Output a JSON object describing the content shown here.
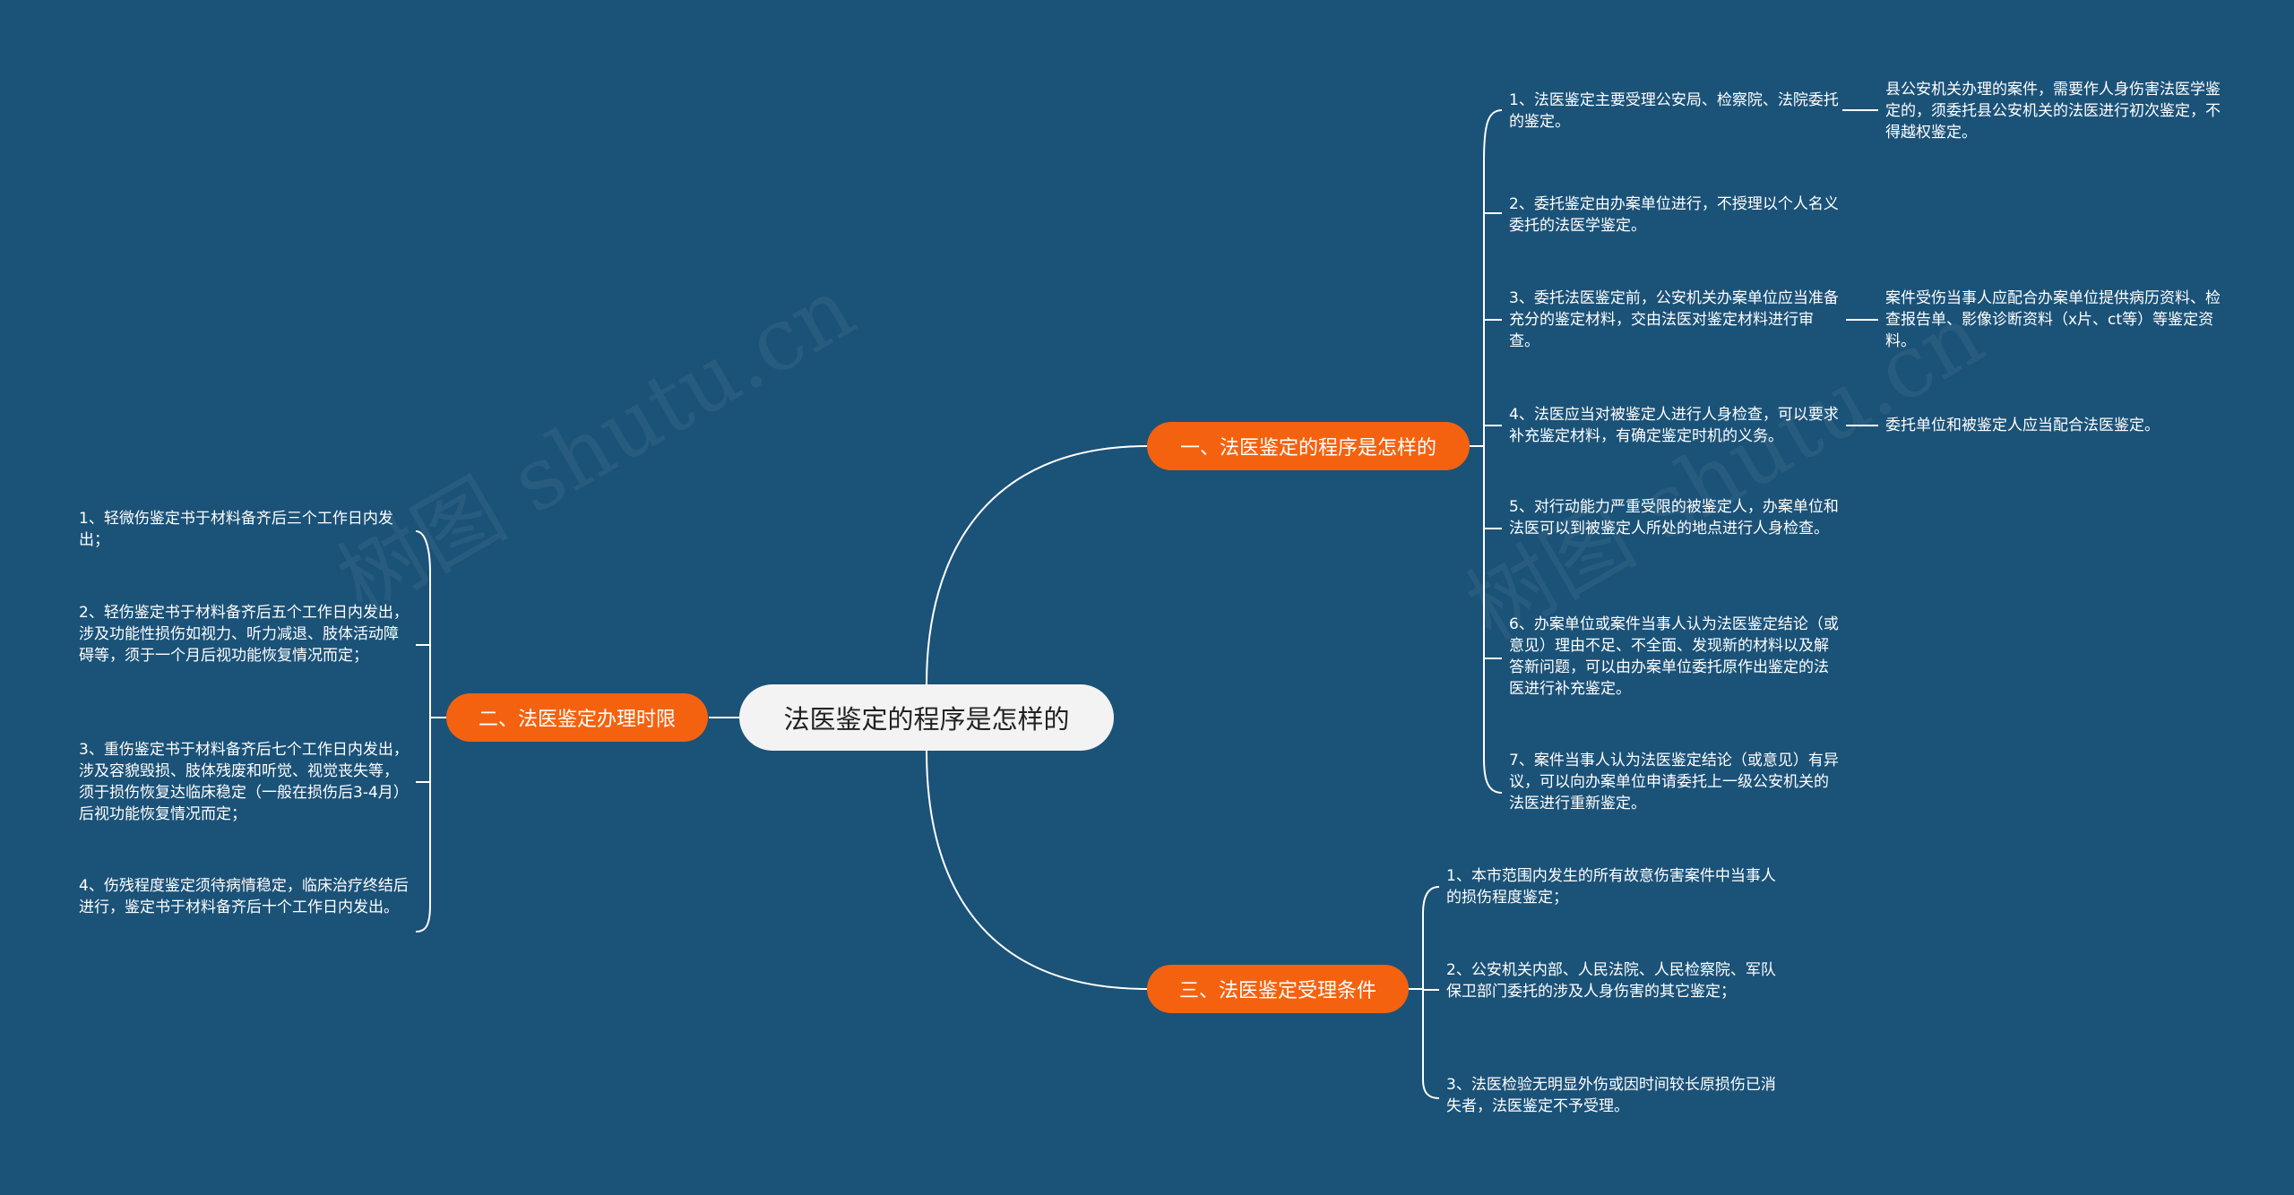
{
  "watermarks": [
    "树图 shutu.cn",
    "树图 shutu.cn"
  ],
  "root": {
    "label": "法医鉴定的程序是怎样的"
  },
  "branch1": {
    "label": "一、法医鉴定的程序是怎样的",
    "items": [
      "1、法医鉴定主要受理公安局、检察院、法院委托的鉴定。",
      "2、委托鉴定由办案单位进行，不授理以个人名义委托的法医学鉴定。",
      "3、委托法医鉴定前，公安机关办案单位应当准备充分的鉴定材料，交由法医对鉴定材料进行审查。",
      "4、法医应当对被鉴定人进行人身检查，可以要求补充鉴定材料，有确定鉴定时机的义务。",
      "5、对行动能力严重受限的被鉴定人，办案单位和法医可以到被鉴定人所处的地点进行人身检查。",
      "6、办案单位或案件当事人认为法医鉴定结论（或意见）理由不足、不全面、发现新的材料以及解答新问题，可以由办案单位委托原作出鉴定的法医进行补充鉴定。",
      "7、案件当事人认为法医鉴定结论（或意见）有异议，可以向办案单位申请委托上一级公安机关的法医进行重新鉴定。"
    ],
    "notes": [
      "县公安机关办理的案件，需要作人身伤害法医学鉴定的，须委托县公安机关的法医进行初次鉴定，不得越权鉴定。",
      "案件受伤当事人应配合办案单位提供病历资料、检查报告单、影像诊断资料（x片、ct等）等鉴定资料。",
      "委托单位和被鉴定人应当配合法医鉴定。"
    ]
  },
  "branch2": {
    "label": "二、法医鉴定办理时限",
    "items": [
      "1、轻微伤鉴定书于材料备齐后三个工作日内发出；",
      "2、轻伤鉴定书于材料备齐后五个工作日内发出，涉及功能性损伤如视力、听力减退、肢体活动障碍等，须于一个月后视功能恢复情况而定；",
      "3、重伤鉴定书于材料备齐后七个工作日内发出，涉及容貌毁损、肢体残废和听觉、视觉丧失等，须于损伤恢复达临床稳定（一般在损伤后3-4月）后视功能恢复情况而定；",
      "4、伤残程度鉴定须待病情稳定，临床治疗终结后进行，鉴定书于材料备齐后十个工作日内发出。"
    ]
  },
  "branch3": {
    "label": "三、法医鉴定受理条件",
    "items": [
      "1、本市范围内发生的所有故意伤害案件中当事人的损伤程度鉴定；",
      "2、公安机关内部、人民法院、人民检察院、军队保卫部门委托的涉及人身伤害的其它鉴定；",
      "3、法医检验无明显外伤或因时间较长原损伤已消失者，法医鉴定不予受理。"
    ]
  },
  "colors": {
    "background": "#1b5278",
    "branch": "#f5620f",
    "center": "#f3f3f3",
    "line": "#ffffff"
  }
}
